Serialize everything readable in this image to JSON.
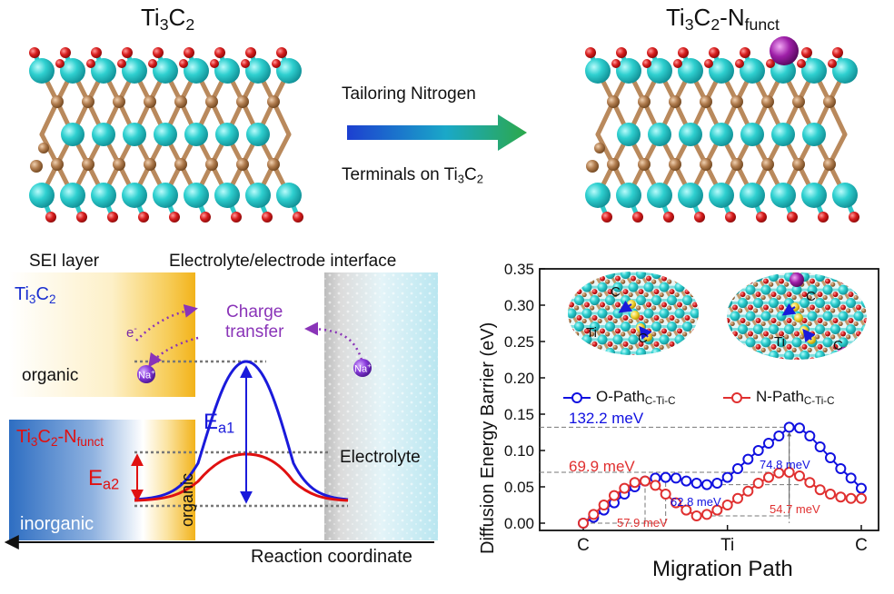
{
  "top": {
    "left_title": {
      "base": "Ti",
      "s1": "3",
      "mid": "C",
      "s2": "2"
    },
    "right_title": {
      "base": "Ti",
      "s1": "3",
      "mid": "C",
      "s2": "2",
      "suffix": "-N",
      "s3": "funct"
    },
    "arrow_text_top": "Tailoring Nitrogen",
    "arrow_text_bottom": {
      "pre": "Terminals on Ti",
      "s1": "3",
      "mid": "C",
      "s2": "2"
    },
    "colors": {
      "ti": "#20c4c4",
      "c": "#b07c4e",
      "o": "#d81e1e",
      "n": "#9e1fa8",
      "arrow_start": "#1c3fd0",
      "arrow_end": "#2ca84a"
    }
  },
  "bottom_left": {
    "sei_label": "SEI layer",
    "interface_label": "Electrolyte/electrode interface",
    "ti3c2": {
      "base": "Ti",
      "s1": "3",
      "mid": "C",
      "s2": "2"
    },
    "ti3c2n": {
      "base": "Ti",
      "s1": "3",
      "mid": "C",
      "s2": "2",
      "suffix": "-N",
      "s3": "funct"
    },
    "electron": "e",
    "electron_sup": "-",
    "charge_transfer": [
      "Charge",
      "transfer"
    ],
    "organic_top": "organic",
    "organic_bottom": "organic",
    "na": "Na",
    "na_sup": "+",
    "ea1": {
      "base": "E",
      "sub": "a1"
    },
    "ea2": {
      "base": "E",
      "sub": "a2"
    },
    "electrolyte": "Electrolyte",
    "inorganic": "inorganic",
    "axis_label": "Reaction coordinate",
    "colors": {
      "blue_curve": "#1a1adb",
      "red_curve": "#e01010",
      "purple": "#8a34b8",
      "orange": "#f2b31b"
    }
  },
  "chart_data": {
    "type": "line",
    "ylabel": "Diffusion Energy Barrier (eV)",
    "xlabel": "Migration Path",
    "x_ticks": [
      "C",
      "Ti",
      "C"
    ],
    "ylim": [
      -0.01,
      0.35
    ],
    "y_ticks": [
      "0.00",
      "0.05",
      "0.10",
      "0.15",
      "0.20",
      "0.25",
      "0.30",
      "0.35"
    ],
    "inset_labels": {
      "c1": "C",
      "ti": "Ti",
      "c2": "C"
    },
    "series": [
      {
        "name": {
          "base": "O-Path",
          "sub": "C-Ti-C"
        },
        "color": "#1010e0",
        "values": [
          0.0,
          0.008,
          0.018,
          0.028,
          0.04,
          0.05,
          0.058,
          0.062,
          0.063,
          0.062,
          0.058,
          0.055,
          0.053,
          0.055,
          0.063,
          0.075,
          0.088,
          0.1,
          0.11,
          0.12,
          0.132,
          0.131,
          0.12,
          0.105,
          0.09,
          0.075,
          0.062,
          0.048
        ]
      },
      {
        "name": {
          "base": "N-Path",
          "sub": "C-Ti-C"
        },
        "color": "#e03030",
        "values": [
          0.0,
          0.012,
          0.025,
          0.038,
          0.048,
          0.056,
          0.058,
          0.052,
          0.04,
          0.028,
          0.018,
          0.01,
          0.012,
          0.018,
          0.025,
          0.034,
          0.044,
          0.055,
          0.063,
          0.069,
          0.07,
          0.065,
          0.056,
          0.046,
          0.04,
          0.036,
          0.034,
          0.034
        ]
      }
    ],
    "annotations": {
      "o_max": "132.2 meV",
      "n_max": "69.9 meV",
      "o_local": "74.8 meV",
      "o_min": "62.8 meV",
      "n_min": "57.9 meV",
      "n_local": "54.7 meV"
    }
  }
}
